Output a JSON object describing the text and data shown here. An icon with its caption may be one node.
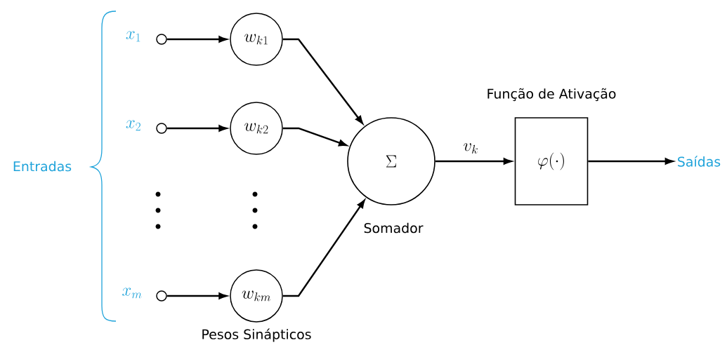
{
  "diagram": {
    "nodes": [
      {
        "text": [],
        "shape": "circle",
        "beside": [
          "x_1"
        ]
      },
      {
        "text": [],
        "shape": "circle",
        "beside": [
          "x_2"
        ]
      },
      {
        "text": [],
        "shape": "circle",
        "beside": [
          "x_m"
        ]
      },
      {
        "text": [
          "w_{k1}"
        ]
      },
      {
        "text": [
          "w_{k2}"
        ]
      },
      {
        "text": [
          "w_{km}"
        ]
      },
      {
        "text": [
          "\\Sigma"
        ],
        "beside": [
          "Somador"
        ]
      },
      {
        "text": [
          "\\varphi(\\cdot)"
        ],
        "beside": [
          "Função de Ativação"
        ]
      },
      {
        "text": [
          "Saídas"
        ]
      }
    ],
    "edges": [
      {
        "from": 0,
        "to": 3,
        "arrow": "to"
      },
      {
        "from": 1,
        "to": 4,
        "arrow": "to"
      },
      {
        "from": 2,
        "to": 5,
        "arrow": "to"
      },
      {
        "from": 3,
        "to": 6,
        "arrow": "to"
      },
      {
        "from": 4,
        "to": 6,
        "arrow": "to"
      },
      {
        "from": 5,
        "to": 6,
        "arrow": "to"
      },
      {
        "from": 6,
        "to": 7,
        "arrow": "to",
        "label": "v_k"
      },
      {
        "from": 7,
        "to": 8,
        "arrow": "to"
      }
    ],
    "labels": [
      "Entradas",
      "Pesos Sinápticos"
    ]
  }
}
